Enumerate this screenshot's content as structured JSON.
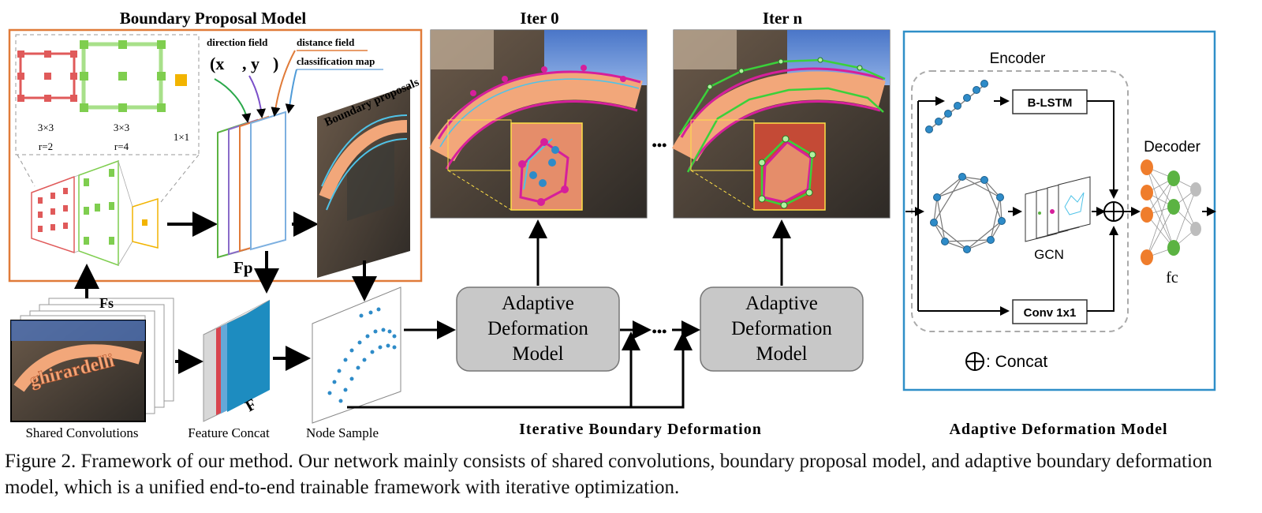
{
  "bpm": {
    "title": "Boundary Proposal Model",
    "kernels": [
      {
        "size": "3×3",
        "rate": "r=2"
      },
      {
        "size": "3×3",
        "rate": "r=4"
      },
      {
        "size": "1×1",
        "rate": ""
      }
    ],
    "direction_field": "direction field",
    "direction_vec": "(x⃗ , y⃗)",
    "distance_field": "distance field",
    "classification_map": "classification map",
    "boundary_proposals": "Boundary proposals",
    "fp_label": "Fp",
    "fs_label": "Fs",
    "sign_text": "ghirardelli"
  },
  "stages": {
    "shared_conv": "Shared Convolutions",
    "feature_concat": "Feature Concat",
    "f_label": "F",
    "node_sample": "Node Sample"
  },
  "iter": {
    "iter0": "Iter 0",
    "itern": "Iter n",
    "ellipsis": "•••",
    "adm_line1": "Adaptive",
    "adm_line2": "Deformation",
    "adm_line3": "Model",
    "section_label": "Iterative Boundary Deformation"
  },
  "adm_panel": {
    "encoder": "Encoder",
    "decoder": "Decoder",
    "blstm": "B-LSTM",
    "gcn": "GCN",
    "conv": "Conv 1x1",
    "fc": "fc",
    "concat_legend": ": Concat",
    "section_label": "Adaptive Deformation Model"
  },
  "caption": "Figure 2. Framework of our method. Our network mainly consists of shared convolutions, boundary proposal model, and adaptive boundary deformation model, which is a unified end-to-end trainable framework with iterative optimization.",
  "colors": {
    "orange_border": "#e07b39",
    "blue_border": "#2f8fc8",
    "red_kernel": "#e05a5a",
    "green_kernel": "#7fce4f",
    "yellow_kernel": "#f2b400",
    "adm_box": "#c8c8c8",
    "node_blue": "#2e8bc8",
    "decoder_orange": "#ef7d2c",
    "decoder_green": "#5bb342",
    "decoder_gray": "#bdbdbd"
  }
}
